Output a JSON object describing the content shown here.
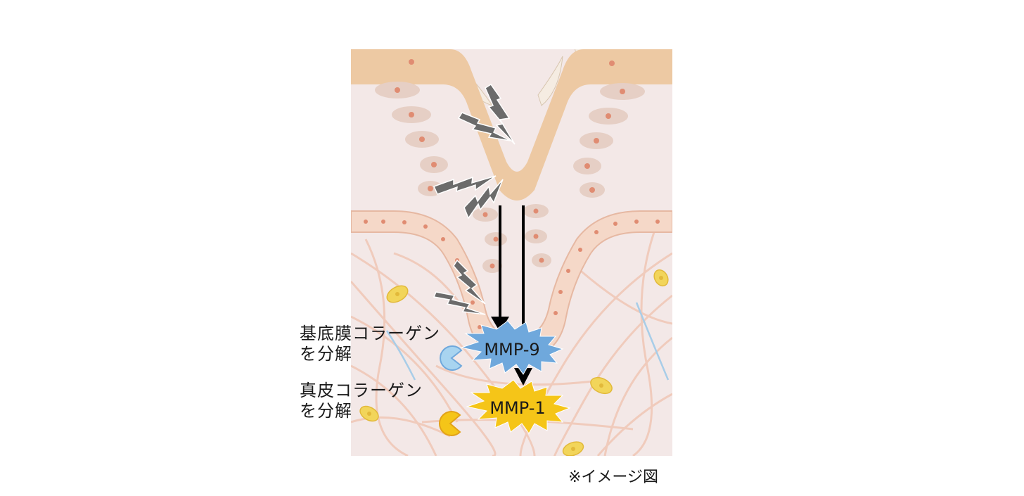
{
  "labels": {
    "mmp9_desc_line1": "基底膜コラーゲン",
    "mmp9_desc_line2": "を分解",
    "mmp1_desc_line1": "真皮コラーゲン",
    "mmp1_desc_line2": "を分解",
    "mmp9": "MMP-9",
    "mmp1": "MMP-1",
    "note": "※イメージ図"
  },
  "colors": {
    "background_tissue": "#f3e8e7",
    "epidermis_band": "#edc9a3",
    "cell_body": "#e6cfc5",
    "cell_nucleus": "#e08c72",
    "collagen_fiber": "#f0c8b8",
    "fibroblast": "#f2d55a",
    "mmp9_burst": "#6fa8dc",
    "mmp1_burst": "#f5c518",
    "lightning": "#6b6b6b",
    "arrow": "#000000"
  }
}
